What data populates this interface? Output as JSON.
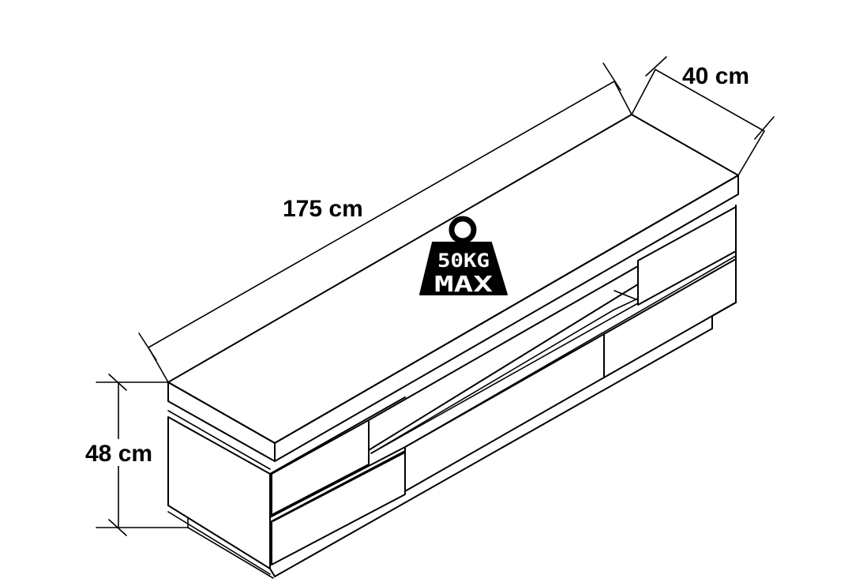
{
  "dimensions": {
    "length": "175 cm",
    "depth": "40 cm",
    "height": "48 cm"
  },
  "load_badge": {
    "capacity": "50KG",
    "max_label": "MAX",
    "icon": "weight-icon"
  },
  "colors": {
    "line": "#000000",
    "background": "#ffffff"
  }
}
